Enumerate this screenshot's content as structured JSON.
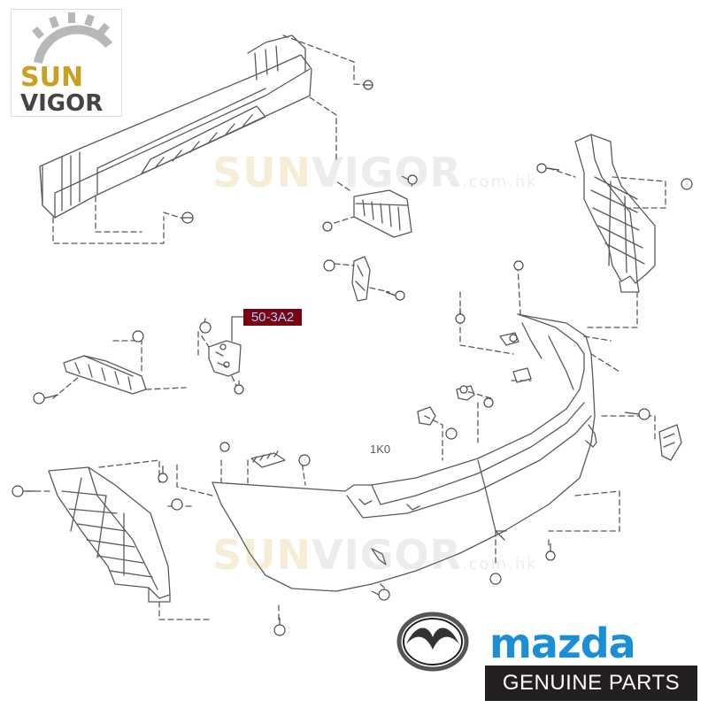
{
  "logo": {
    "sun": "SUN",
    "vigor": "VIGOR"
  },
  "watermark": {
    "sun": "SUN",
    "vigor": "VIGOR",
    "domain": ".com.hk"
  },
  "callout": {
    "label": "50-3A2"
  },
  "diagram_text": {
    "fragment": "1K0"
  },
  "brand": {
    "name": "mazda",
    "tagline": "GENUINE PARTS",
    "color": "#1a8fd6"
  }
}
